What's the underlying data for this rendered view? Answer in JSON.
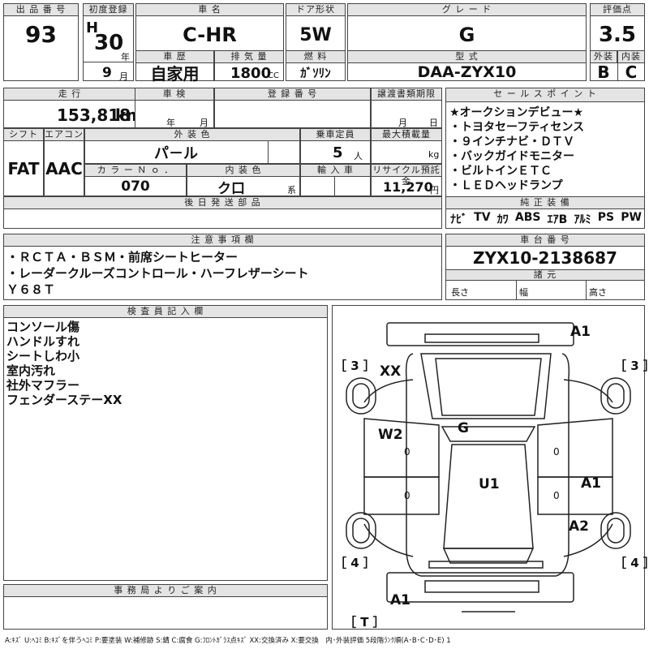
{
  "lot": {
    "label": "出 品 番 号",
    "value": "93"
  },
  "first_reg": {
    "label": "初度登録",
    "era": "H",
    "year": "30",
    "year_unit": "年",
    "month": "9",
    "month_unit": "月"
  },
  "car_name": {
    "label": "車 名",
    "value": "C-HR"
  },
  "door": {
    "label": "ドア形状",
    "value": "5W"
  },
  "grade": {
    "label": "グ レ ー ド",
    "value": "G"
  },
  "score": {
    "label": "評価点",
    "value": "3.5",
    "ext_label": "外装",
    "int_label": "内装",
    "ext": "B",
    "int": "C"
  },
  "history": {
    "label": "車 歴",
    "value": "自家用"
  },
  "displacement": {
    "label": "排 気 量",
    "value": "1800",
    "unit": "CC"
  },
  "fuel": {
    "label": "燃 料",
    "value": "ｶﾞｿﾘﾝ"
  },
  "model": {
    "label": "型 式",
    "value": "DAA-ZYX10"
  },
  "mileage": {
    "label": "走 行",
    "value": "153,818",
    "unit": "km"
  },
  "inspection": {
    "label": "車 検",
    "year_unit": "年",
    "month_unit": "月"
  },
  "plate": {
    "label": "登 録 番 号"
  },
  "transfer": {
    "label": "譲渡書類期限",
    "month_unit": "月",
    "day_unit": "日"
  },
  "shift": {
    "label": "シフト",
    "value": "FAT"
  },
  "aircon": {
    "label": "エアコン",
    "value": "AAC"
  },
  "ext_color": {
    "label": "外 装 色",
    "value": "パ－ル"
  },
  "capacity": {
    "label": "乗車定員",
    "value": "5",
    "unit": "人"
  },
  "max_load": {
    "label": "最大積載量",
    "unit": "kg"
  },
  "color_no": {
    "label": "カ ラ ー Ｎ ｏ ．",
    "value": "070"
  },
  "int_color": {
    "label": "内 装 色",
    "value": "ク口",
    "unit": "系"
  },
  "import": {
    "label": "輸 入 車"
  },
  "recycle": {
    "label": "リサイクル預託金",
    "value": "11,270",
    "unit": "円"
  },
  "later_parts": {
    "label": "後 日 発 送 部 品"
  },
  "sales_points": {
    "label": "セ ー ル ス ポ イ ン ト",
    "items": [
      "★オークションデビュー★",
      "・トヨタセーフティセンス",
      "・９インチナビ・ＤＴＶ",
      "・バックガイドモニター",
      "・ビルトインＥＴＣ",
      "・ＬＥＤヘッドランプ"
    ]
  },
  "equipment": {
    "label": "純 正 装 備",
    "items": [
      "ﾅﾋﾞ",
      "TV",
      "ｶﾜ",
      "ABS",
      "ｴｱB",
      "ｱﾙﾐ",
      "PS",
      "PW"
    ]
  },
  "notes": {
    "label": "注 意 事 項 欄",
    "lines": [
      "・ＲＣＴＡ・ＢＳＭ・前席シートヒーター",
      "・レーダークルーズコントロール・ハーフレザーシート",
      "Ｙ６８Ｔ"
    ]
  },
  "chassis": {
    "label": "車 台 番 号",
    "value": "ZYX10-2138687",
    "spec_label": "諸 元",
    "length": "長さ",
    "width": "幅",
    "height": "高さ"
  },
  "inspector": {
    "label": "検 査 員 記 入 欄",
    "lines": [
      "コンソール傷",
      "ハンドルすれ",
      "シートしわ小",
      "室内汚れ",
      "社外マフラー",
      "フェンダーステーXX"
    ]
  },
  "office": {
    "label": "事 務 局 よ り ご 案 内"
  },
  "diagram": {
    "marks": {
      "a1_front": "A1",
      "xx": "XX",
      "w2": "W2",
      "g": "G",
      "u1": "U1",
      "a1_right": "A1",
      "a2": "A2",
      "a1_rear": "A1"
    },
    "corners": {
      "fl": "［ 3 ］",
      "fr": "［ 3 ］",
      "rl": "［ 4 ］",
      "rr": "［ 4 ］",
      "t": "［ T ］"
    },
    "zero": "0"
  },
  "legend": "A:ｷｽﾞ U:ﾍｺﾐ B:ｷｽﾞを伴うﾍｺﾐ P:要塗装 W:補修跡 S:錆 C:腐食 G:ﾌﾛﾝﾄｶﾞﾗｽ点ｷｽﾞ XX:交換済み X:要交換　内･外装評価 5段階ﾗﾝｸ順(A･B･C･D･E) 1"
}
